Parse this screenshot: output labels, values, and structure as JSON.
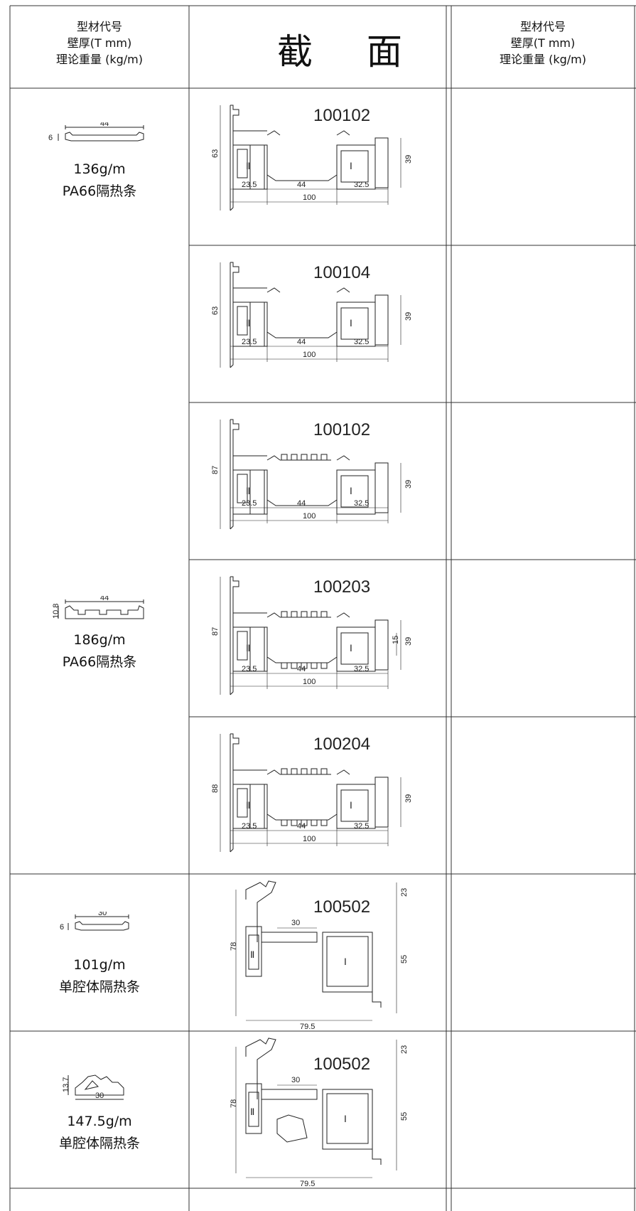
{
  "header": {
    "left_lines": [
      "型材代号",
      "壁厚(T mm)",
      "理论重量 (kg/m)"
    ],
    "title": "截 面",
    "right_lines": [
      "型材代号",
      "壁厚(T mm)",
      "理论重量 (kg/m)"
    ]
  },
  "groups": [
    {
      "weight": "136g/m",
      "strip_name": "PA66隔热条",
      "strip_dims": {
        "width": "44",
        "height": "6"
      }
    },
    {
      "weight": "186g/m",
      "strip_name": "PA66隔热条",
      "strip_dims": {
        "width": "44",
        "height": "10.8"
      }
    },
    {
      "weight": "101g/m",
      "strip_name": "单腔体隔热条",
      "strip_dims": {
        "width": "30",
        "height": "6"
      }
    },
    {
      "weight": "147.5g/m",
      "strip_name": "单腔体隔热条",
      "strip_dims": {
        "width": "30",
        "height": "13.7"
      }
    }
  ],
  "sections": [
    {
      "code": "100102",
      "height": "63",
      "right_height": "39",
      "segments": [
        "23.5",
        "44",
        "32.5"
      ],
      "total": "100",
      "mark_left": "Ⅱ",
      "mark_right": "Ⅰ"
    },
    {
      "code": "100104",
      "height": "63",
      "right_height": "39",
      "segments": [
        "23.5",
        "44",
        "32.5"
      ],
      "total": "100",
      "mark_left": "Ⅱ",
      "mark_right": "Ⅰ"
    },
    {
      "code": "100102",
      "height": "87",
      "right_height": "39",
      "segments": [
        "23.5",
        "44",
        "32.5"
      ],
      "total": "100",
      "mark_left": "Ⅱ",
      "mark_right": "Ⅰ"
    },
    {
      "code": "100203",
      "height": "87",
      "right_height": "39",
      "inner_height": "15",
      "segments": [
        "23.5",
        "44",
        "32.5"
      ],
      "total": "100",
      "mark_left": "Ⅱ",
      "mark_right": "Ⅰ"
    },
    {
      "code": "100204",
      "height": "88",
      "right_height": "39",
      "segments": [
        "23.5",
        "44",
        "32.5"
      ],
      "total": "100",
      "mark_left": "Ⅱ",
      "mark_right": "Ⅰ"
    },
    {
      "code": "100502",
      "height": "78",
      "top_height": "23",
      "right_height": "55",
      "inner_width": "30",
      "total": "79.5",
      "mark_left": "Ⅱ",
      "mark_right": "Ⅰ"
    },
    {
      "code": "100502",
      "height": "78",
      "top_height": "23",
      "right_height": "55",
      "inner_width": "30",
      "total": "79.5",
      "mark_left": "Ⅱ",
      "mark_right": "Ⅰ"
    }
  ]
}
